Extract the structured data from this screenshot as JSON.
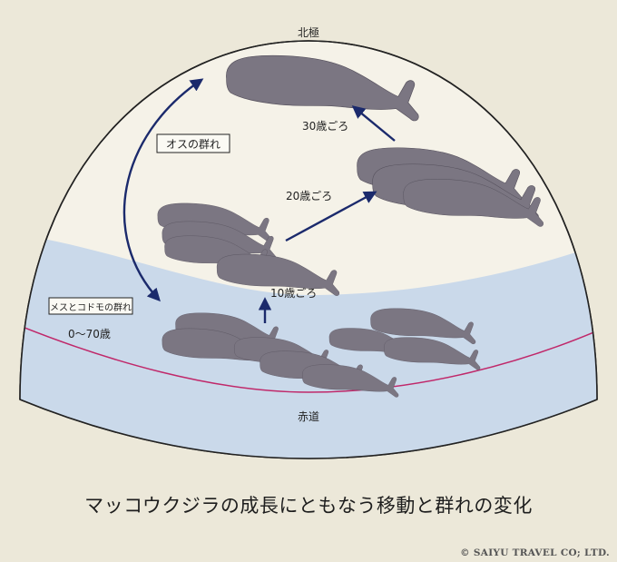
{
  "labels": {
    "north_pole": "北極",
    "equator": "赤道",
    "male_group": "オスの群れ",
    "female_group": "メスとコドモの群れ",
    "female_age": "0〜70歳",
    "age_10": "10歳ごろ",
    "age_20": "20歳ごろ",
    "age_30": "30歳ごろ"
  },
  "caption": "マッコウクジラの成長にともなう移動と群れの変化",
  "copyright": "© SAIYU TRAVEL CO; LTD.",
  "colors": {
    "background": "#ece8d9",
    "hemisphere": "#f5f2e8",
    "water": "#cad9ea",
    "equator_line": "#c0286a",
    "whale": "#7b7682",
    "arrow": "#1b2a6c"
  }
}
